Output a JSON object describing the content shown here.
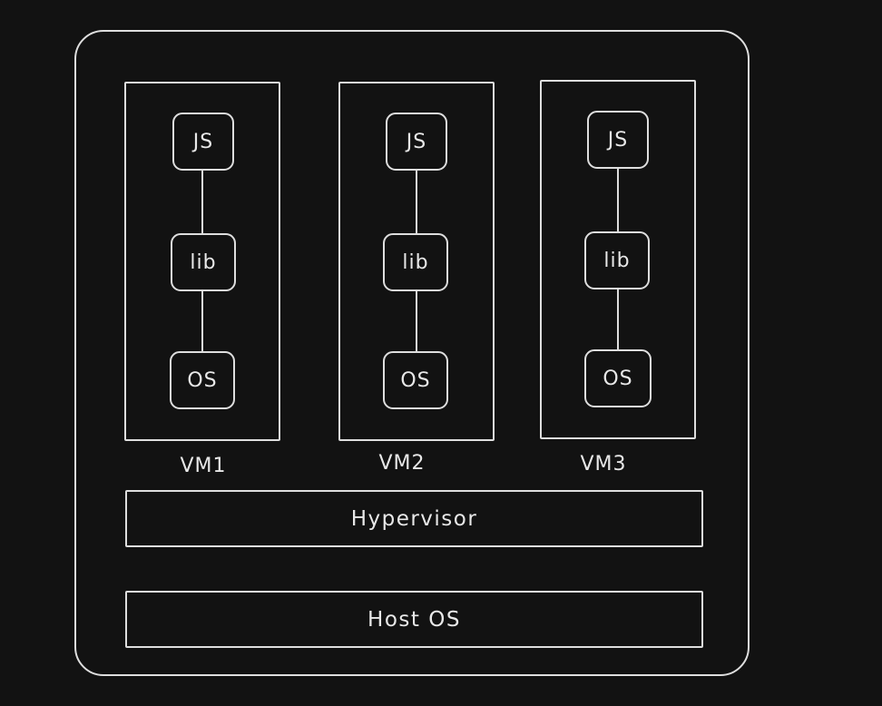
{
  "diagram": {
    "vms": [
      {
        "label": "VM1",
        "stack": [
          "JS",
          "lib",
          "OS"
        ]
      },
      {
        "label": "VM2",
        "stack": [
          "JS",
          "lib",
          "OS"
        ]
      },
      {
        "label": "VM3",
        "stack": [
          "JS",
          "lib",
          "OS"
        ]
      }
    ],
    "hypervisor": "Hypervisor",
    "host_os": "Host OS"
  },
  "colors": {
    "background": "#121212",
    "stroke": "#dedede",
    "text": "#e8e8e8"
  }
}
